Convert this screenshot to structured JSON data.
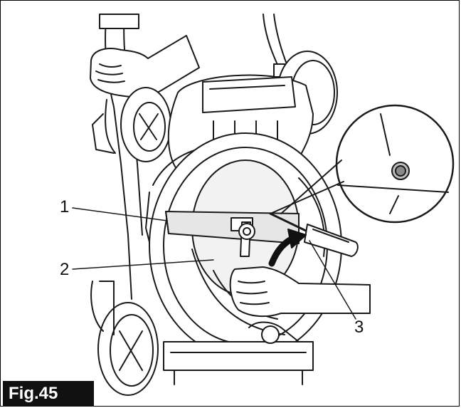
{
  "callouts": {
    "one": "1",
    "two": "2",
    "three": "3"
  },
  "figure_label": "Fig.45",
  "colors": {
    "line": "#1a1a1a",
    "fill": "#ffffff",
    "shade": "#e6e6e6",
    "label_bg": "#111111",
    "label_text": "#ffffff"
  },
  "icons": {
    "rotation_arrow": "curved-arrow-icon"
  }
}
